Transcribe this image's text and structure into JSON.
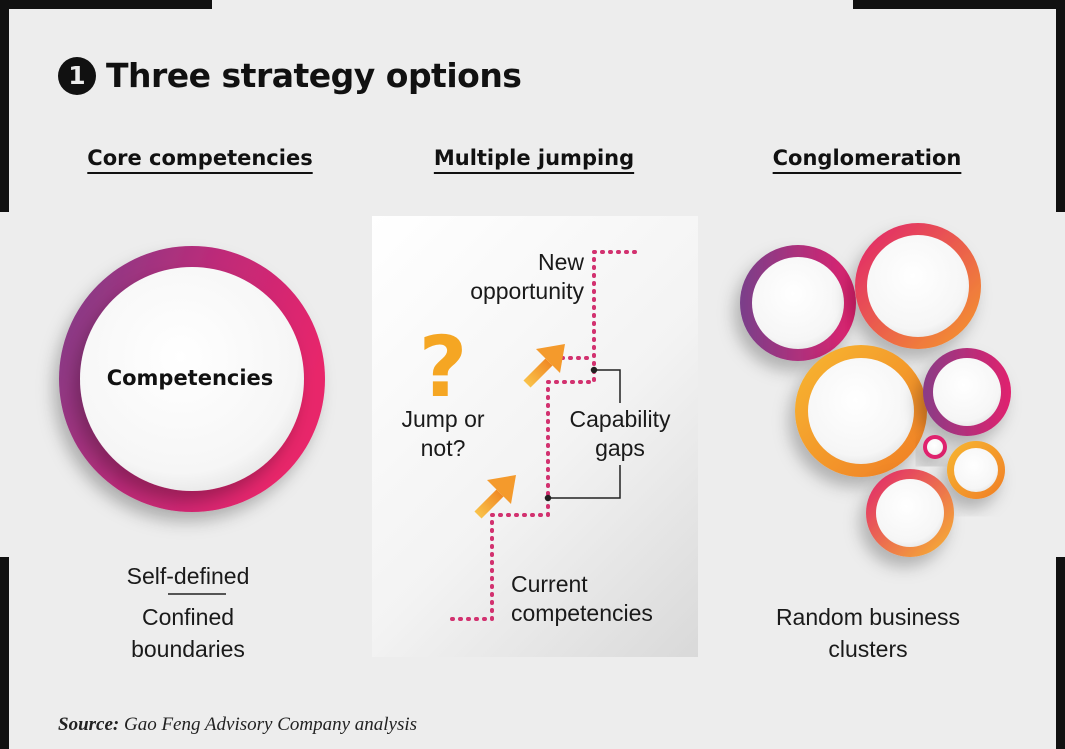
{
  "title": {
    "number": "1",
    "text": "Three strategy options"
  },
  "columns": {
    "core": {
      "heading": "Core competencies",
      "circle_label": "Competencies",
      "desc_top": "Self-defined",
      "desc_bottom_1": "Confined",
      "desc_bottom_2": "boundaries"
    },
    "jumping": {
      "heading": "Multiple jumping",
      "new_1": "New",
      "new_2": "opportunity",
      "question_mark": "?",
      "jump_1": "Jump or",
      "jump_2": "not?",
      "gap_1": "Capability",
      "gap_2": "gaps",
      "current_1": "Current",
      "current_2": "competencies"
    },
    "conglomeration": {
      "heading": "Conglomeration",
      "desc_1": "Random business",
      "desc_2": "clusters"
    }
  },
  "source": {
    "label": "Source:",
    "text": "Gao Feng Advisory Company analysis"
  },
  "colors": {
    "pink": "#e0226e",
    "purple": "#7a3f8a",
    "orange": "#f59a2b",
    "yellow": "#f7b731",
    "dots": "#d2316f"
  }
}
